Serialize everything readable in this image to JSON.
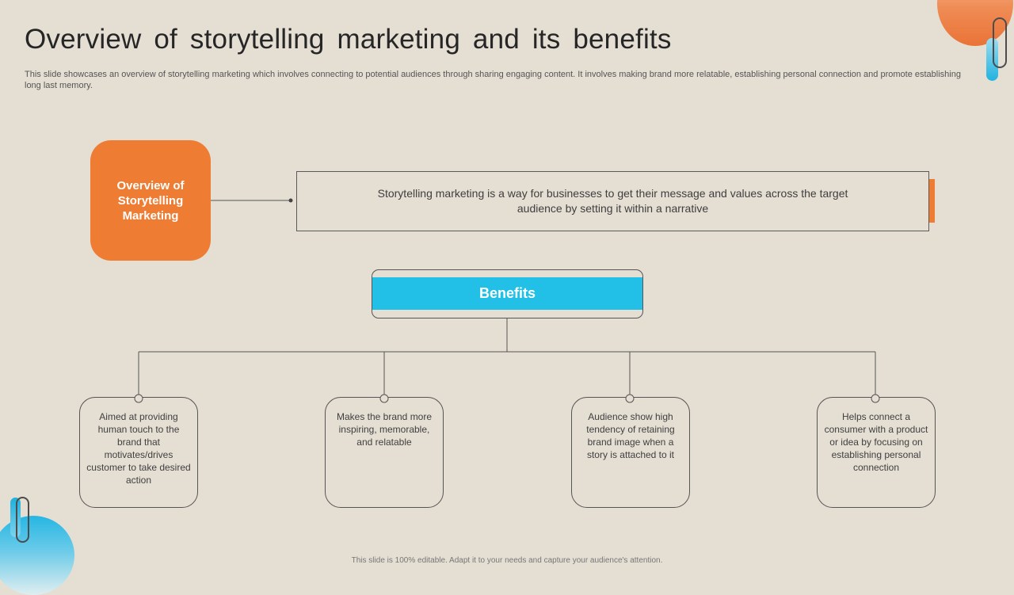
{
  "slide": {
    "title": "Overview of storytelling marketing and its benefits",
    "subtitle": "This slide showcases an overview of storytelling marketing which involves connecting to potential audiences through sharing engaging content. It involves making brand more relatable, establishing personal connection and promote establishing long last memory.",
    "footer": "This slide is 100% editable. Adapt it to your needs and capture your audience's attention."
  },
  "overview": {
    "label": "Overview of Storytelling Marketing",
    "definition": "Storytelling marketing is a way for businesses to get their message and values across the target audience by setting it within a narrative"
  },
  "benefits": {
    "heading": "Benefits",
    "items": [
      {
        "text": "Aimed at providing human touch to the brand that motivates/drives customer to take desired action"
      },
      {
        "text": "Makes the brand more inspiring, memorable, and relatable"
      },
      {
        "text": "Audience show high tendency of retaining brand image when a story is attached to it"
      },
      {
        "text": "Helps connect a consumer with a product or idea by focusing on establishing personal connection"
      }
    ]
  },
  "colors": {
    "background": "#e5ded3",
    "orange_accent": "#ee7d33",
    "blue_accent": "#22bfe6",
    "line": "#555555"
  }
}
